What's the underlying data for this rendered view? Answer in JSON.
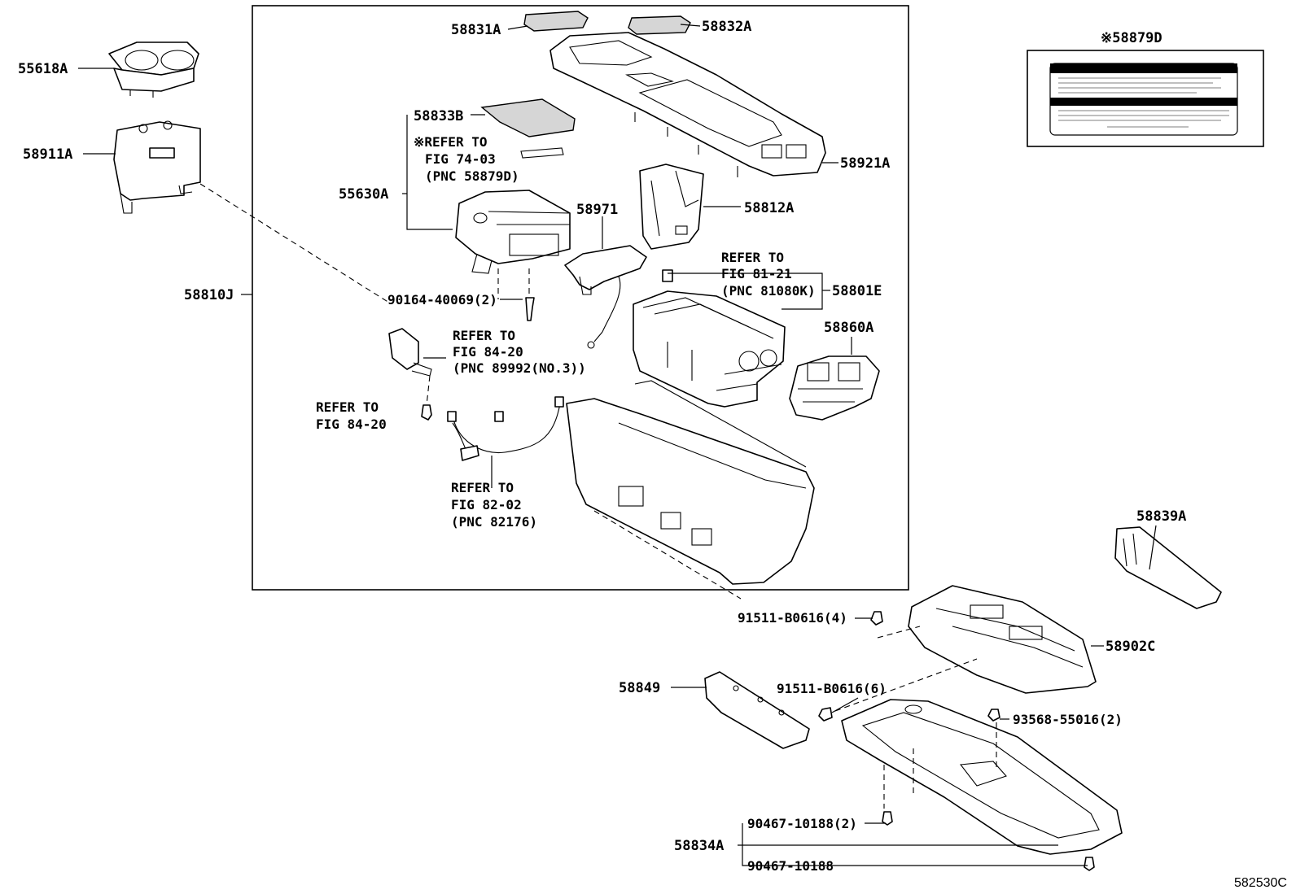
{
  "labels": {
    "p55618A": "55618A",
    "p58911A": "58911A",
    "p58831A": "58831A",
    "p58832A": "58832A",
    "p58879D": "※58879D",
    "p58833B": "58833B",
    "p58921A": "58921A",
    "p55630A": "55630A",
    "p58812A": "58812A",
    "p58971": "58971",
    "p58810J": "58810J",
    "p90164": "90164-40069(2)",
    "p58801E": "58801E",
    "p58860A": "58860A",
    "p58839A": "58839A",
    "p91511a": "91511-B0616(4)",
    "p58902C": "58902C",
    "p58849": "58849",
    "p91511b": "91511-B0616(6)",
    "p93568": "93568-55016(2)",
    "p90467a": "90467-10188(2)",
    "p58834A": "58834A",
    "p90467b": "90467-10188"
  },
  "refs": {
    "r1a": "※REFER TO",
    "r1b": "FIG 74-03",
    "r1c": "(PNC 58879D)",
    "r2a": "REFER TO",
    "r2b": "FIG 81-21",
    "r2c": "(PNC 81080K)",
    "r3a": "REFER TO",
    "r3b": "FIG 84-20",
    "r3c": "(PNC 89992(NO.3))",
    "r4a": "REFER TO",
    "r4b": "FIG 84-20",
    "r5a": "REFER TO",
    "r5b": "FIG 82-02",
    "r5c": "(PNC 82176)"
  },
  "footer_code": "582530C"
}
